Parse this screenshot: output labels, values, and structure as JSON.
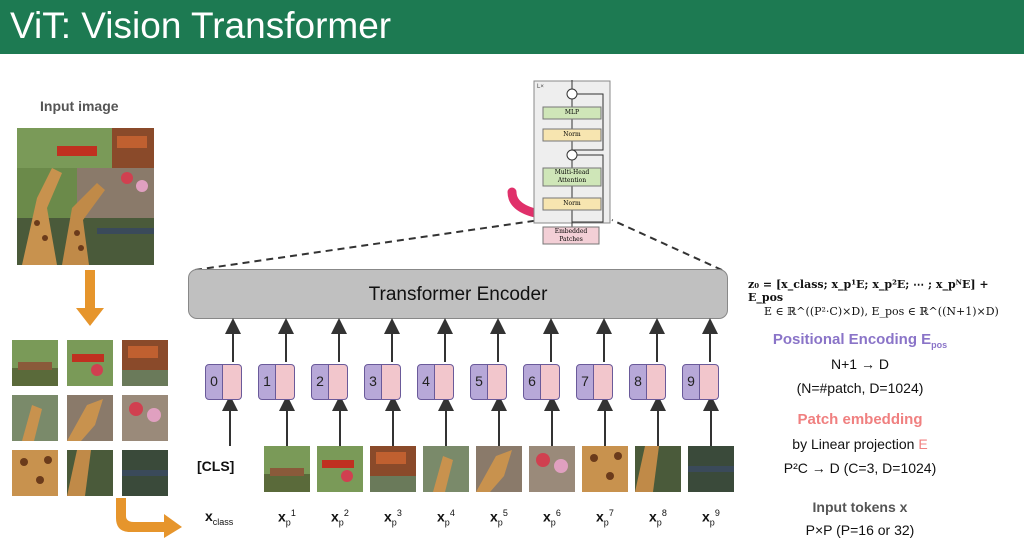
{
  "slide": {
    "title": "ViT: Vision Transformer",
    "input_image_label": "Input image",
    "encoder_label": "Transformer Encoder",
    "cls_label": "[CLS]",
    "token_numbers": [
      "0",
      "1",
      "2",
      "3",
      "4",
      "5",
      "6",
      "7",
      "8",
      "9"
    ],
    "x_labels": [
      {
        "base": "x",
        "sub": "class",
        "sup": ""
      },
      {
        "base": "x",
        "sub": "p",
        "sup": "1"
      },
      {
        "base": "x",
        "sub": "p",
        "sup": "2"
      },
      {
        "base": "x",
        "sub": "p",
        "sup": "3"
      },
      {
        "base": "x",
        "sub": "p",
        "sup": "4"
      },
      {
        "base": "x",
        "sub": "p",
        "sup": "5"
      },
      {
        "base": "x",
        "sub": "p",
        "sup": "6"
      },
      {
        "base": "x",
        "sub": "p",
        "sup": "7"
      },
      {
        "base": "x",
        "sub": "p",
        "sup": "8"
      },
      {
        "base": "x",
        "sub": "p",
        "sup": "9"
      }
    ]
  },
  "mini_diagram": {
    "lx": "L×",
    "mlp": "MLP",
    "norm_top": "Norm",
    "attention": "Multi-Head Attention",
    "norm_bottom": "Norm",
    "embedded": "Embedded Patches"
  },
  "right_panel": {
    "eq1": "z₀ = [x_class; x_p¹E; x_p²E; ⋯ ; x_pᴺE] + E_pos",
    "eq2": "E ∈ ℝ^((P²·C)×D),  E_pos ∈ ℝ^((N+1)×D)",
    "pos_title": "Positional Encoding E",
    "pos_sub": "pos",
    "pos_line1": "N+1 → D",
    "pos_line2": "(N=#patch, D=1024)",
    "patch_title": "Patch embedding",
    "patch_line1": "by Linear projection",
    "patch_line1_e": "E",
    "patch_line2": "P²C → D (C=3, D=1024)",
    "tokens_title": "Input tokens x",
    "tokens_line1": "P×P (P=16 or 32)"
  },
  "colors": {
    "title_bg": "#1d7a52",
    "token_purple": "#b7a8d8",
    "token_pink": "#f2c6cc",
    "orange_arrow": "#e6952c",
    "pos_text": "#8a74c8",
    "patch_text": "#f08080",
    "encoder_gray": "#c0c0c0"
  }
}
